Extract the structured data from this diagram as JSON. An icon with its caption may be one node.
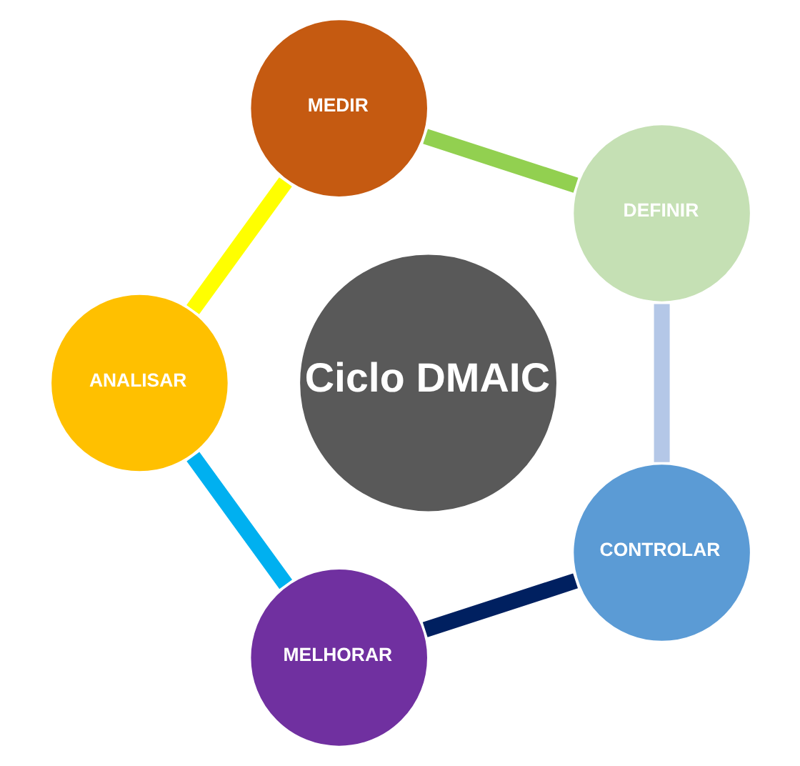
{
  "diagram": {
    "nodes": [
      {
        "text": [
          "Ciclo DMAIC"
        ]
      },
      {
        "text": [
          "DEFINIR"
        ]
      },
      {
        "text": [
          "MEDIR"
        ]
      },
      {
        "text": [
          "ANALISAR"
        ]
      },
      {
        "text": [
          "MELHORAR"
        ]
      },
      {
        "text": [
          "CONTROLAR"
        ]
      }
    ],
    "edges": [
      {
        "from": 1,
        "to": 2,
        "arrow": "none",
        "color": "#92d050"
      },
      {
        "from": 2,
        "to": 3,
        "arrow": "none",
        "color": "#ffff00"
      },
      {
        "from": 3,
        "to": 4,
        "arrow": "none",
        "color": "#00b0f0"
      },
      {
        "from": 4,
        "to": 5,
        "arrow": "none",
        "color": "#002060"
      },
      {
        "from": 5,
        "to": 1,
        "arrow": "none",
        "color": "#b4c7e7"
      }
    ]
  }
}
